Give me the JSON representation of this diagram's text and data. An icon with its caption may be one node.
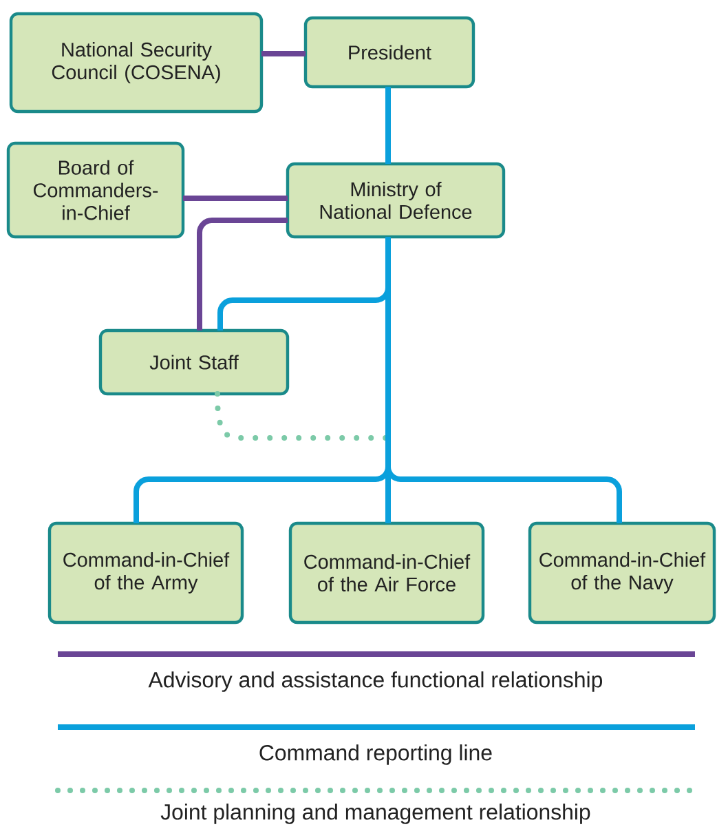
{
  "diagram": {
    "nodes": [
      {
        "text": [
          "National Security Council (COSENA)"
        ]
      },
      {
        "text": [
          "President"
        ]
      },
      {
        "text": [
          "Board of Commanders-in-Chief"
        ]
      },
      {
        "text": [
          "Ministry of National Defence"
        ]
      },
      {
        "text": [
          "Joint Staff"
        ]
      },
      {
        "text": [
          "Command-in-Chief of the Army"
        ]
      },
      {
        "text": [
          "Command-in-Chief of the Air Force"
        ]
      },
      {
        "text": [
          "Command-in-Chief of the Navy"
        ]
      }
    ],
    "edges": [
      {
        "from": 0,
        "to": 1,
        "arrow": "none",
        "color": "#6a4595"
      },
      {
        "from": 1,
        "to": 3,
        "arrow": "none"
      },
      {
        "from": 2,
        "to": 3,
        "arrow": "none",
        "color": "#6a4595"
      },
      {
        "from": 3,
        "to": 4,
        "arrow": "none",
        "color": "#6a4595"
      },
      {
        "from": 3,
        "to": 4,
        "arrow": "none"
      },
      {
        "from": 4,
        "to": null,
        "arrow": "none",
        "style": "dashed",
        "color": "#7ccaa8"
      },
      {
        "from": 3,
        "to": 5,
        "arrow": "none"
      },
      {
        "from": 3,
        "to": 6,
        "arrow": "none"
      },
      {
        "from": 3,
        "to": 7,
        "arrow": "none"
      }
    ],
    "legend": [
      {
        "text": "Advisory and assistance functional relationship"
      },
      {
        "text": "Command reporting line"
      },
      {
        "text": "Joint planning and management relationship"
      }
    ]
  }
}
